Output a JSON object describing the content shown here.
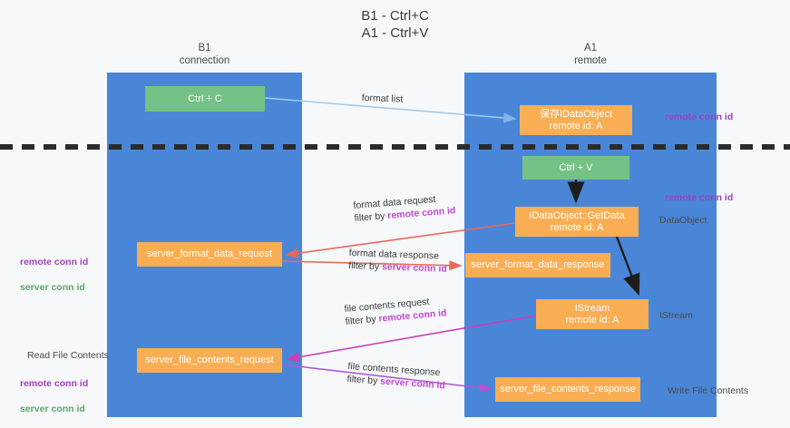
{
  "title": "B1 - Ctrl+C\nA1 - Ctrl+V",
  "lanes": [
    {
      "id": "b1",
      "label": "B1\nconnection",
      "color": "#4a86d8"
    },
    {
      "id": "a1",
      "label": "A1\nremote",
      "color": "#4a86d8"
    }
  ],
  "nodes": {
    "ctrl_c": "Ctrl + C",
    "save_idataobject": "保存IDataObject\nremote id: A",
    "ctrl_v": "Ctrl + V",
    "getdata": "IDataObject::GetData\nremote id: A",
    "server_format_data_request": "server_format_data_request",
    "server_format_data_response": "server_format_data_response",
    "istream": "IStream\nremote id: A",
    "server_file_contents_request": "server_file_contents_request",
    "server_file_contents_response": "server_file_contents_response"
  },
  "edge_labels": {
    "format_list": "format list",
    "format_data_request_l1": "format data request",
    "format_data_request_l2_prefix": "filter by ",
    "format_data_request_l2_key": "remote conn id",
    "format_data_response_l1": "format data response",
    "format_data_response_l2_prefix": "filter by ",
    "format_data_response_l2_key": "server conn id",
    "file_contents_request_l1": "file contents request",
    "file_contents_request_l2_prefix": "filter by ",
    "file_contents_request_l2_key": "remote conn id",
    "file_contents_response_l1": "file contents response",
    "file_contents_response_l2_prefix": "filter by ",
    "file_contents_response_l2_key": "server conn id"
  },
  "side_notes": {
    "right_remote_conn_id_top": "remote conn id",
    "right_remote_conn_id_mid": "remote conn id",
    "right_dataobject": "DataObject",
    "right_istream": "IStream",
    "right_write_file_contents": "Write File Contents",
    "left_remote_conn_id": "remote conn id",
    "left_server_conn_id": "server conn id",
    "left_read_file_contents": "Read File Contents",
    "left_remote_conn_id_2": "remote conn id",
    "left_server_conn_id_2": "server conn id"
  },
  "colors": {
    "lane": "#4a86d8",
    "green_node": "#74c285",
    "orange_node": "#f9ae54",
    "purple_text": "#a23fc0",
    "green_text": "#59a869",
    "arrow_light_blue": "#9ecbee",
    "arrow_red": "#e8685a",
    "arrow_magenta": "#cc3fb8",
    "arrow_purple": "#b055d8",
    "arrow_black": "#1c1c1c",
    "divider": "#2b2b2b",
    "background": "#f7f8fa"
  }
}
